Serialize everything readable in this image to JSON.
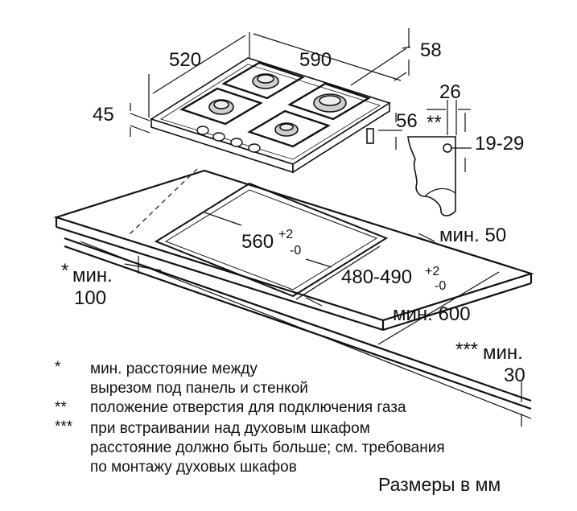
{
  "dimensions": {
    "hob_depth": "520",
    "hob_width": "590",
    "hob_height": "45",
    "back_offset": "58",
    "side_offset": "56",
    "gas_inlet_offset": "26",
    "gas_inlet_marker": "**",
    "gas_inlet_height": "19-29",
    "cutout_width": "560",
    "cutout_width_tol_plus": "+2",
    "cutout_width_tol_minus": "-0",
    "cutout_depth": "480-490",
    "cutout_depth_tol_plus": "+2",
    "cutout_depth_tol_minus": "-0",
    "min_back": "мин. 50",
    "min_front_marker": "*",
    "min_front": "мин.",
    "min_front_value": "100",
    "min_worktop": "мин. 600",
    "min_bottom_marker": "***",
    "min_bottom": "мин.",
    "min_bottom_value": "30"
  },
  "notes": [
    {
      "marker": "*",
      "lines": [
        "мин. расстояние между",
        "вырезом под панель и стенкой"
      ]
    },
    {
      "marker": "**",
      "lines": [
        "положение отверстия для подключения газа"
      ]
    },
    {
      "marker": "***",
      "lines": [
        "при встраивании над духовым шкафом",
        "расстояние должно быть больше; см. требования",
        "по монтажу духовых шкафов"
      ]
    }
  ],
  "units_label": "Размеры в мм"
}
